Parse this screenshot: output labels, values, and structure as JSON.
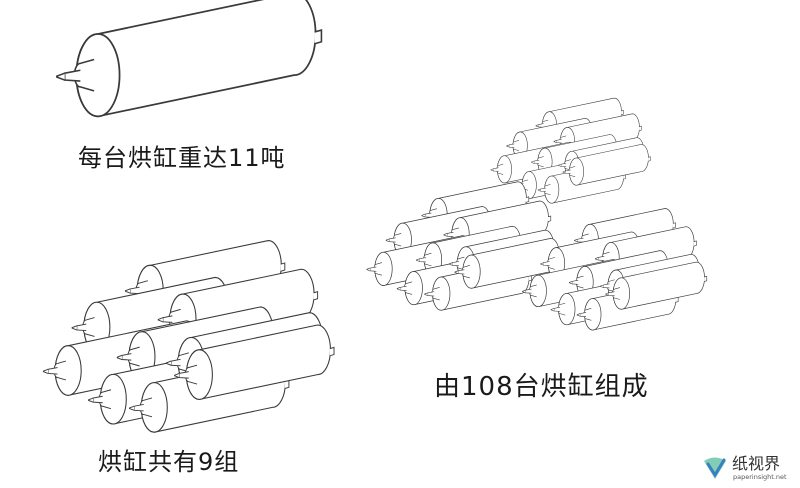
{
  "captions": {
    "single_cylinder": "每台烘缸重达11吨",
    "machine_group": "烘缸共有9组",
    "total": "由108台烘缸组成"
  },
  "watermark": {
    "name": "纸视界",
    "url": "paperinsight.net"
  },
  "colors": {
    "line": "#3a3a3a",
    "fill": "#ffffff",
    "text": "#1a1a1a",
    "logo_blue": "#3a7fc4",
    "logo_green": "#6cc4a8"
  },
  "icons": [
    "cylinder-icon",
    "paper-logo-icon"
  ]
}
